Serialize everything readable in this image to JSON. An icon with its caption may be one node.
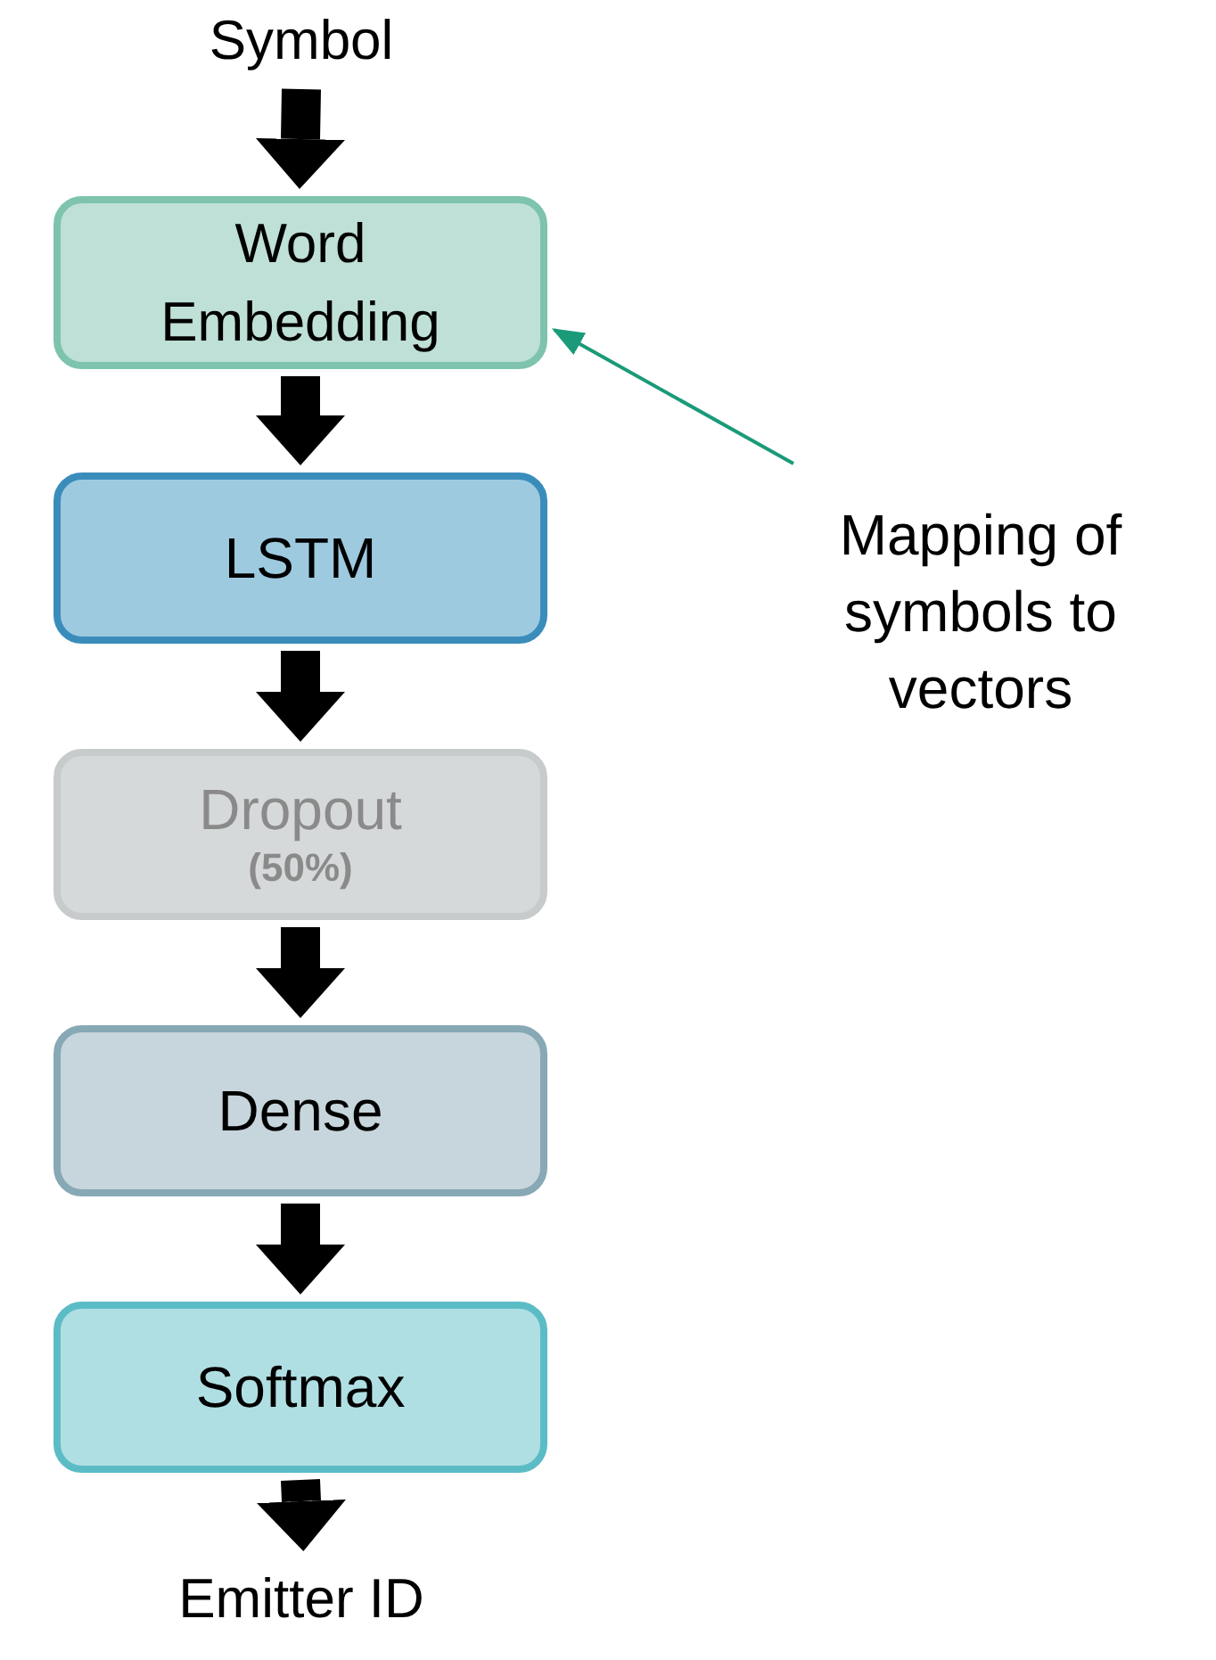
{
  "diagram": {
    "nodes": [
      {
        "text": [
          "Symbol"
        ]
      },
      {
        "text": [
          "Word Embedding"
        ]
      },
      {
        "text": [
          "LSTM"
        ]
      },
      {
        "text": [
          "Dropout",
          "(50%)"
        ]
      },
      {
        "text": [
          "Dense"
        ]
      },
      {
        "text": [
          "Softmax"
        ]
      },
      {
        "text": [
          "Emitter ID"
        ]
      },
      {
        "text": [
          "Mapping of symbols to vectors"
        ]
      }
    ],
    "edges": [
      {
        "from": 0,
        "to": 1,
        "arrow": "to"
      },
      {
        "from": 1,
        "to": 2,
        "arrow": "to"
      },
      {
        "from": 2,
        "to": 3,
        "arrow": "to"
      },
      {
        "from": 3,
        "to": 4,
        "arrow": "to"
      },
      {
        "from": 4,
        "to": 5,
        "arrow": "to"
      },
      {
        "from": 5,
        "to": 6,
        "arrow": "to"
      },
      {
        "from": 7,
        "to": 1,
        "arrow": "to",
        "color": "#1a9a78"
      }
    ]
  }
}
